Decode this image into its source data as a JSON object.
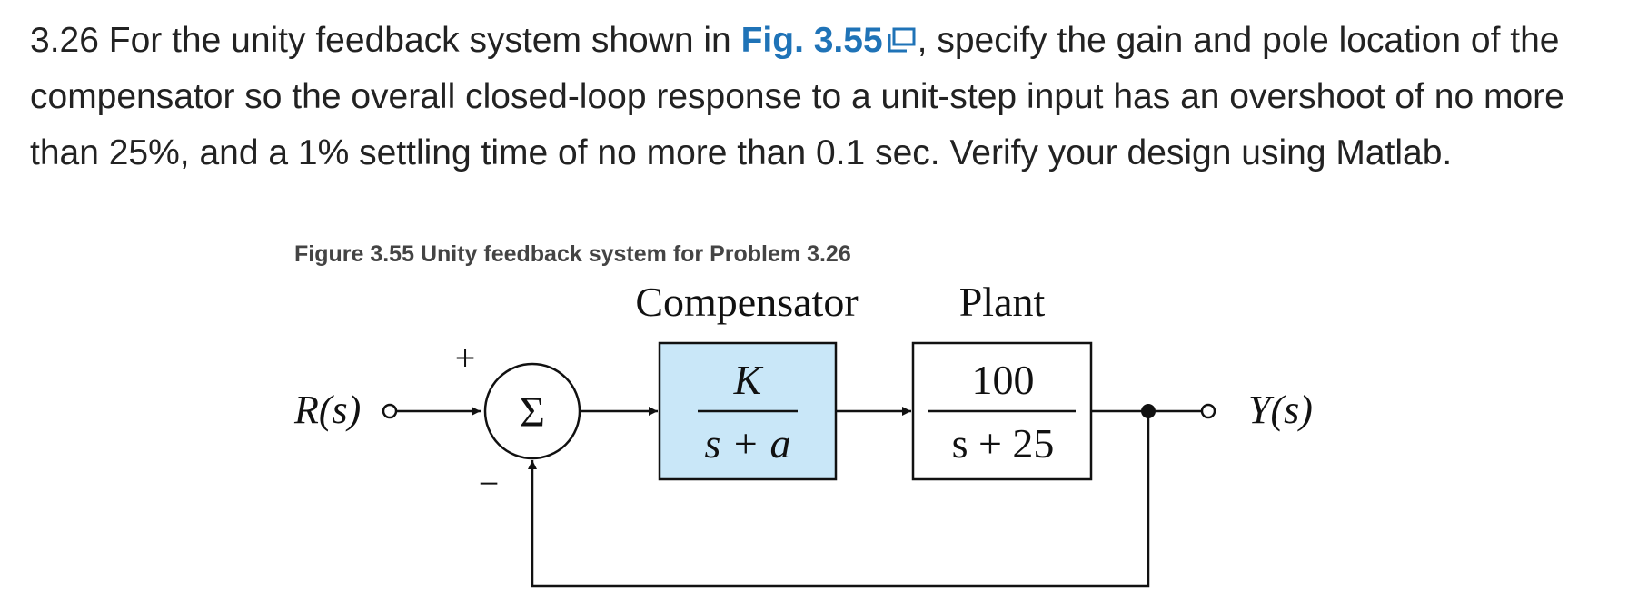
{
  "problem": {
    "number": "3.26",
    "text_before": "For the unity feedback system shown in",
    "fig_link": "Fig. 3.55",
    "link_icon": "external-popout-icon",
    "text_after": ", specify the gain and pole location of the compensator so the overall closed-loop response to a unit-step input has an overshoot of no more than 25%, and a 1% settling time of no more than 0.1 sec. Verify your design using Matlab."
  },
  "figure": {
    "caption": "Figure 3.55 Unity feedback system for Problem 3.26",
    "compensator_label": "Compensator",
    "plant_label": "Plant",
    "input_label": "R(s)",
    "output_label": "Y(s)",
    "sum_symbol": "Σ",
    "plus_sign": "+",
    "minus_sign": "−",
    "compensator_numerator": "K",
    "compensator_denominator": "s + a",
    "plant_numerator": "100",
    "plant_denominator": "s + 25",
    "colors": {
      "compensator_fill": "#c9e7f8",
      "link": "#1f73b7",
      "line": "#111111"
    }
  }
}
